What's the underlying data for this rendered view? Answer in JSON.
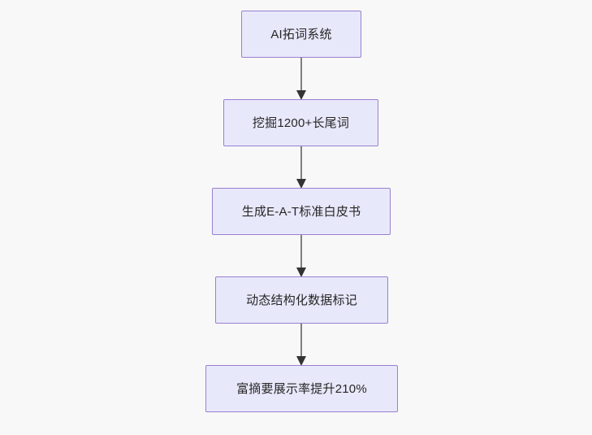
{
  "diagram": {
    "type": "flowchart",
    "direction": "top-to-bottom",
    "background_color": "#f8f8f8",
    "node_fill_color": "#e8e8fb",
    "node_border_color": "#9a7fd1",
    "node_text_color": "#262626",
    "edge_line_color": "#7f7f7f",
    "edge_arrow_color": "#333333",
    "nodes": [
      {
        "id": "node-0",
        "label": "AI拓词系统"
      },
      {
        "id": "node-1",
        "label": "挖掘1200+长尾词"
      },
      {
        "id": "node-2",
        "label": "生成E-A-T标准白皮书"
      },
      {
        "id": "node-3",
        "label": "动态结构化数据标记"
      },
      {
        "id": "node-4",
        "label": "富摘要展示率提升210%"
      }
    ],
    "edges": [
      {
        "from": "node-0",
        "to": "node-1",
        "label": ""
      },
      {
        "from": "node-1",
        "to": "node-2",
        "label": ""
      },
      {
        "from": "node-2",
        "to": "node-3",
        "label": ""
      },
      {
        "from": "node-3",
        "to": "node-4",
        "label": ""
      }
    ]
  }
}
